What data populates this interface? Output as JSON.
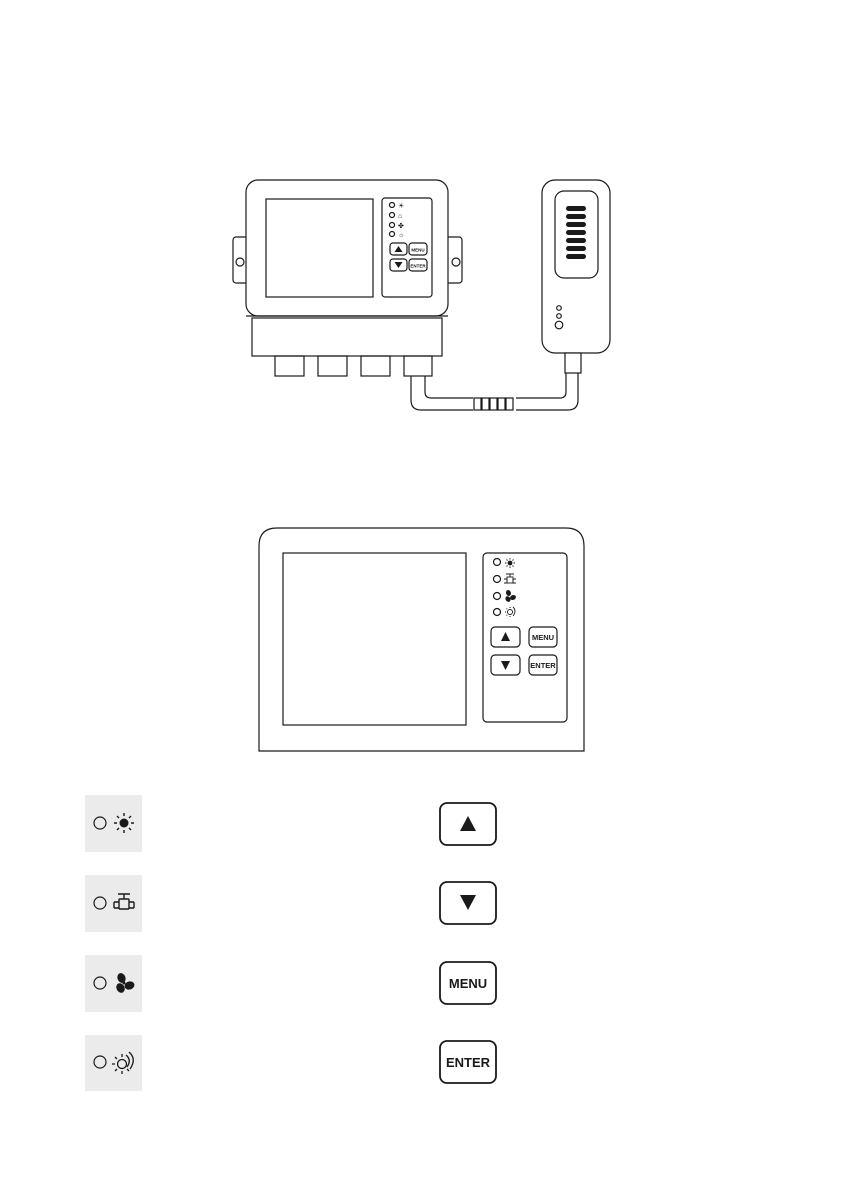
{
  "labels": {
    "menu": "MENU",
    "enter": "ENTER"
  },
  "legend": {
    "leds": [
      {
        "icon": "sun-icon"
      },
      {
        "icon": "valve-icon"
      },
      {
        "icon": "fan-icon"
      },
      {
        "icon": "sun-signal-icon"
      }
    ],
    "buttons": [
      {
        "type": "arrow-up"
      },
      {
        "type": "arrow-down"
      },
      {
        "type": "text",
        "label_key": "menu"
      },
      {
        "type": "text",
        "label_key": "enter"
      }
    ]
  },
  "colors": {
    "line": "#1a1a1a",
    "legend_bg": "#ebebeb",
    "white": "#ffffff"
  }
}
